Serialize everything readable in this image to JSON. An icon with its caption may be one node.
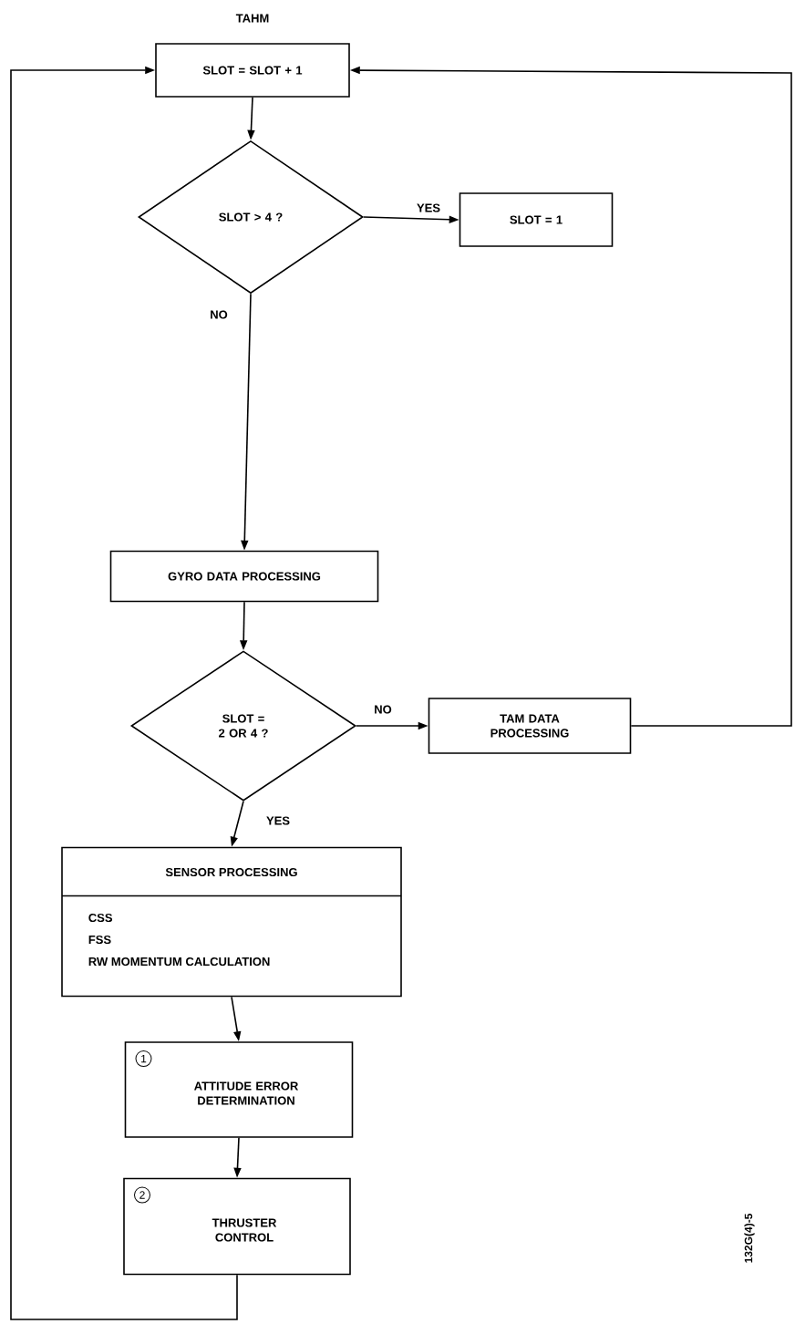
{
  "diagram": {
    "title": "TAHM",
    "nodes": [
      {
        "text": [
          "SLOT = SLOT + 1"
        ]
      },
      {
        "text": [
          "SLOT > 4 ?"
        ]
      },
      {
        "text": [
          "SLOT = 1"
        ]
      },
      {
        "text": [
          "GYRO DATA PROCESSING"
        ]
      },
      {
        "text": [
          "SLOT = 2 OR 4 ?"
        ]
      },
      {
        "text": [
          "TAM DATA PROCESSING"
        ]
      },
      {
        "text": [
          "SENSOR PROCESSING",
          "CSS",
          "FSS",
          "RW MOMENTUM CALCULATION"
        ]
      },
      {
        "text": [
          "1",
          "ATTITUDE ERROR DETERMINATION"
        ]
      },
      {
        "text": [
          "2",
          "THRUSTER CONTROL"
        ]
      }
    ],
    "edges": [
      {
        "from": 0,
        "to": 1,
        "arrow": "to"
      },
      {
        "from": 1,
        "to": 2,
        "arrow": "to",
        "label": "YES"
      },
      {
        "from": 1,
        "to": 3,
        "arrow": "to",
        "label": "NO"
      },
      {
        "from": 3,
        "to": 4,
        "arrow": "to"
      },
      {
        "from": 4,
        "to": 5,
        "arrow": "to",
        "label": "NO"
      },
      {
        "from": 4,
        "to": 6,
        "arrow": "to",
        "label": "YES"
      },
      {
        "from": 5,
        "to": 0,
        "arrow": "to"
      },
      {
        "from": 6,
        "to": 7,
        "arrow": "to"
      },
      {
        "from": 7,
        "to": 8,
        "arrow": "to"
      },
      {
        "from": 8,
        "to": 0,
        "arrow": "to"
      }
    ],
    "labels": [
      "132G(4)-5"
    ]
  }
}
